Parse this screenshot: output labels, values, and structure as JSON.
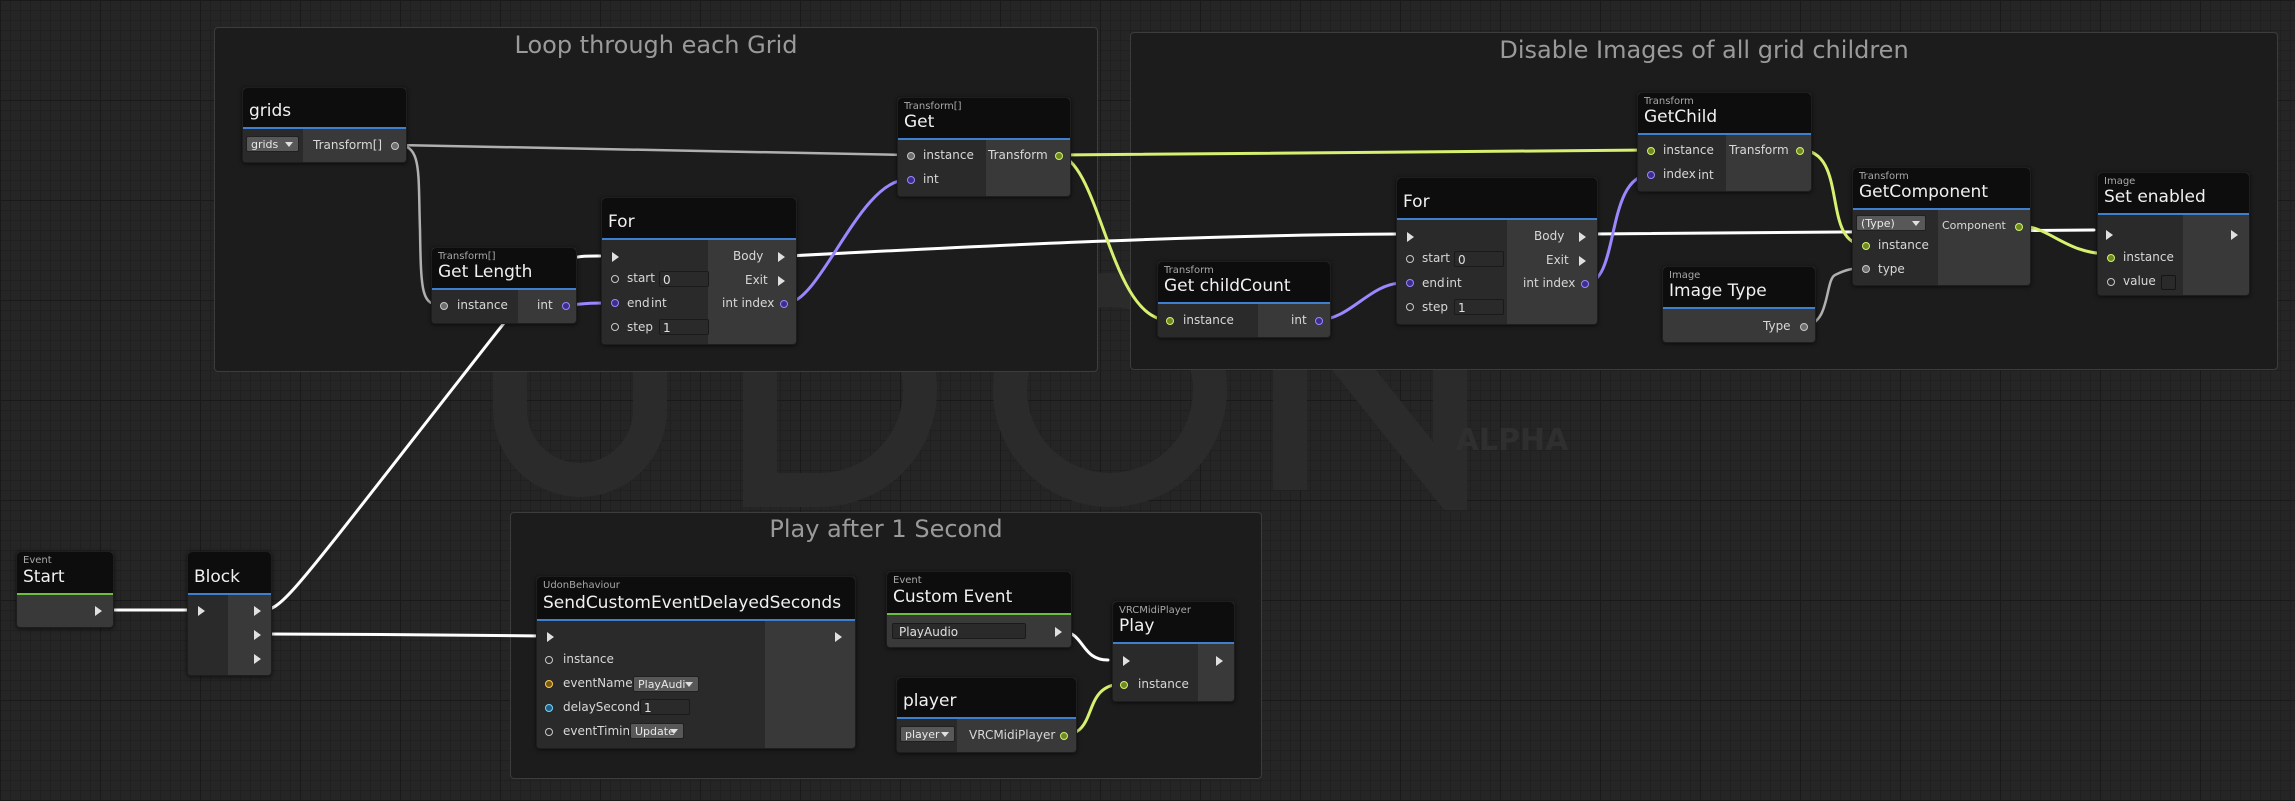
{
  "watermark": {
    "text": "ALPHA"
  },
  "groups": {
    "loop": {
      "title": "Loop through each Grid"
    },
    "disable": {
      "title": "Disable Images of all grid children"
    },
    "play": {
      "title": "Play after 1 Second"
    }
  },
  "nodes": {
    "start": {
      "category": "Event",
      "title": "Start"
    },
    "block": {
      "title": "Block"
    },
    "grids": {
      "title": "grids",
      "dropdown": "grids",
      "out_label": "Transform[]"
    },
    "get_length": {
      "category": "Transform[]",
      "title": "Get Length",
      "in_label": "instance",
      "out_label": "int"
    },
    "for1": {
      "title": "For",
      "body_label": "Body",
      "exit_label": "Exit",
      "index_label": "int index",
      "start_label": "start",
      "start_value": "0",
      "end_label": "end",
      "end_type": "int",
      "step_label": "step",
      "step_value": "1"
    },
    "get": {
      "category": "Transform[]",
      "title": "Get",
      "instance_label": "instance",
      "int_label": "int",
      "out_label": "Transform"
    },
    "get_child_count": {
      "category": "Transform",
      "title": "Get childCount",
      "in_label": "instance",
      "out_label": "int"
    },
    "for2": {
      "title": "For",
      "body_label": "Body",
      "exit_label": "Exit",
      "index_label": "int index",
      "start_label": "start",
      "start_value": "0",
      "end_label": "end",
      "end_type": "int",
      "step_label": "step",
      "step_value": "1"
    },
    "get_child": {
      "category": "Transform",
      "title": "GetChild",
      "instance_label": "instance",
      "index_label": "index",
      "index_type": "int",
      "out_label": "Transform"
    },
    "image_type": {
      "category": "Image",
      "title": "Image Type",
      "out_label": "Type"
    },
    "get_component": {
      "category": "Transform",
      "title": "GetComponent",
      "type_dropdown": "(Type)",
      "out_label": "Component",
      "instance_label": "instance",
      "type_label": "type"
    },
    "set_enabled": {
      "category": "Image",
      "title": "Set enabled",
      "instance_label": "instance",
      "value_label": "value"
    },
    "send_event": {
      "category": "UdonBehaviour",
      "title": "SendCustomEventDelayedSeconds",
      "instance_label": "instance",
      "event_name_label": "eventName",
      "event_name_value": "PlayAudi",
      "delay_label": "delaySeconds",
      "delay_value": "1",
      "timing_label": "eventTiming",
      "timing_value": "Update"
    },
    "custom_event": {
      "category": "Event",
      "title": "Custom Event",
      "name_value": "PlayAudio"
    },
    "player": {
      "title": "player",
      "dropdown": "player",
      "out_label": "VRCMidiPlayer"
    },
    "play": {
      "category": "VRCMidiPlayer",
      "title": "Play",
      "instance_label": "instance"
    }
  },
  "colors": {
    "background": "#252525",
    "group_fill": "#1c1c1c",
    "node_header": "#0d0d0d",
    "header_accent": "#3f7fd0",
    "event_accent": "#6cc040",
    "flow_wire": "#ffffff",
    "transform_wire": "#d6f070",
    "int_wire": "#9a88ff",
    "array_wire": "#b0b0b0"
  }
}
